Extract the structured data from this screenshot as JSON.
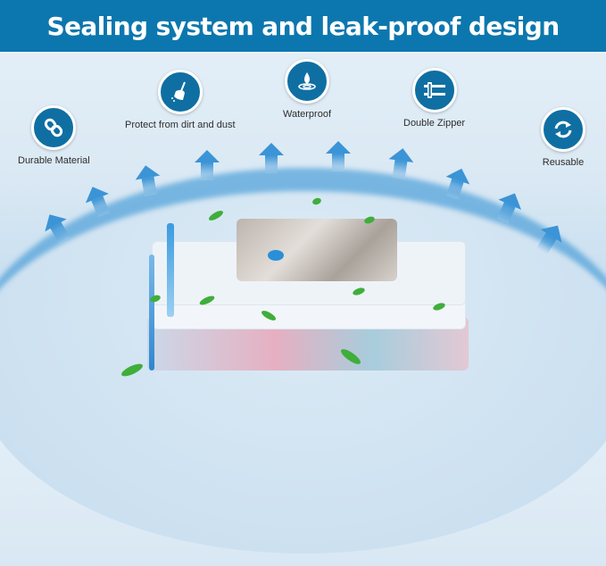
{
  "banner": {
    "title": "Sealing system and leak-proof design"
  },
  "features": [
    {
      "label": "Durable Material",
      "icon": "link-chain-icon"
    },
    {
      "label": "Protect from dirt and dust",
      "icon": "broom-icon"
    },
    {
      "label": "Waterproof",
      "icon": "water-drop-icon"
    },
    {
      "label": "Double Zipper",
      "icon": "zipper-icon"
    },
    {
      "label": "Reusable",
      "icon": "recycle-arrows-icon"
    }
  ],
  "colors": {
    "banner": "#0c77ae",
    "icon_circle": "#0f6fa3",
    "arrows": "#3b94d6",
    "leaf": "#3fae3a"
  }
}
